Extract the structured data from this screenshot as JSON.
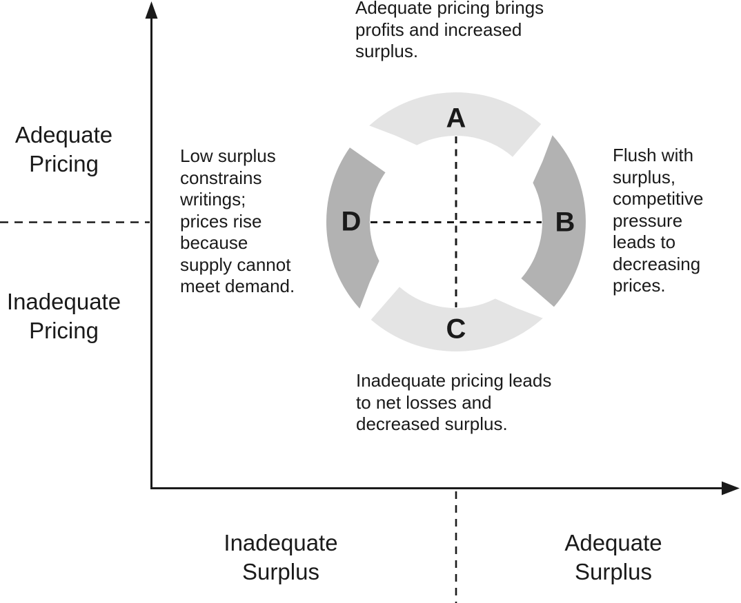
{
  "title": "Underwriting cycle quadrant diagram",
  "colors": {
    "background": "#ffffff",
    "line": "#1a1a1a",
    "text": "#1a1a1a",
    "segment_light": "#e4e4e4",
    "segment_dark": "#b2b2b2"
  },
  "axes": {
    "y_axis": {
      "top_label": {
        "lines": [
          "Adequate",
          "Pricing"
        ]
      },
      "bottom_label": {
        "lines": [
          "Inadequate",
          "Pricing"
        ]
      }
    },
    "x_axis": {
      "left_label": {
        "lines": [
          "Inadequate",
          "Surplus"
        ]
      },
      "right_label": {
        "lines": [
          "Adequate",
          "Surplus"
        ]
      }
    }
  },
  "annotations": {
    "top": {
      "lines": [
        "Adequate pricing brings",
        "profits and increased",
        "surplus."
      ]
    },
    "right": {
      "lines": [
        "Flush with",
        "surplus,",
        "competitive",
        "pressure",
        "leads to",
        "decreasing",
        "prices."
      ]
    },
    "left": {
      "lines": [
        "Low surplus",
        "constrains",
        "writings;",
        "prices rise",
        "because",
        "supply cannot",
        "meet demand."
      ]
    },
    "bottom": {
      "lines": [
        "Inadequate pricing leads",
        "to net losses and",
        "decreased surplus."
      ]
    }
  },
  "cycle": {
    "segments": [
      {
        "label": "A",
        "position": "top",
        "color": "#e4e4e4"
      },
      {
        "label": "B",
        "position": "right",
        "color": "#b2b2b2"
      },
      {
        "label": "C",
        "position": "bottom",
        "color": "#e4e4e4"
      },
      {
        "label": "D",
        "position": "left",
        "color": "#b2b2b2"
      }
    ]
  }
}
